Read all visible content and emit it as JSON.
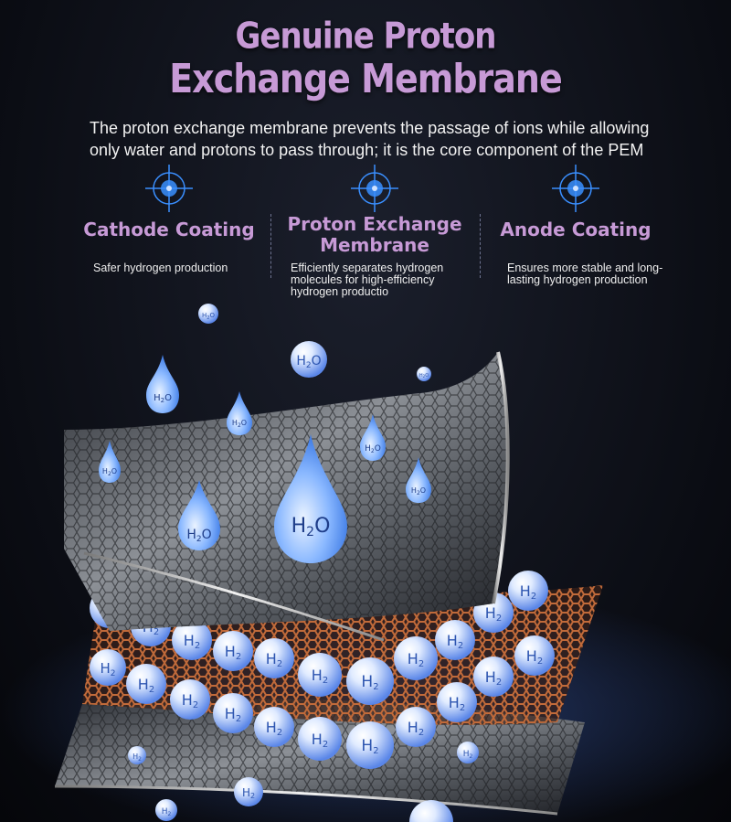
{
  "header": {
    "title_line1": "Genuine Proton",
    "title_line2": "Exchange Membrane",
    "description": "The proton exchange membrane prevents the passage of ions while allowing only water and protons to pass through; it is the core component of the PEM"
  },
  "features": [
    {
      "icon": "crosshair-icon",
      "title": "Cathode Coating",
      "description": "Safer hydrogen production"
    },
    {
      "icon": "crosshair-icon",
      "title": "Proton Exchange Membrane",
      "description": "Efficiently separates hydrogen molecules for high-efficiency hydrogen productio"
    },
    {
      "icon": "crosshair-icon",
      "title": "Anode Coating",
      "description": "Ensures more stable and long-lasting hydrogen production"
    }
  ],
  "labels": {
    "water_pre": "H",
    "water_sub": "2",
    "water_post": "O",
    "hydrogen_pre": "H",
    "hydrogen_sub": "2"
  },
  "colors": {
    "title": "#c79ad6",
    "accent_blue": "#3a8fff"
  }
}
